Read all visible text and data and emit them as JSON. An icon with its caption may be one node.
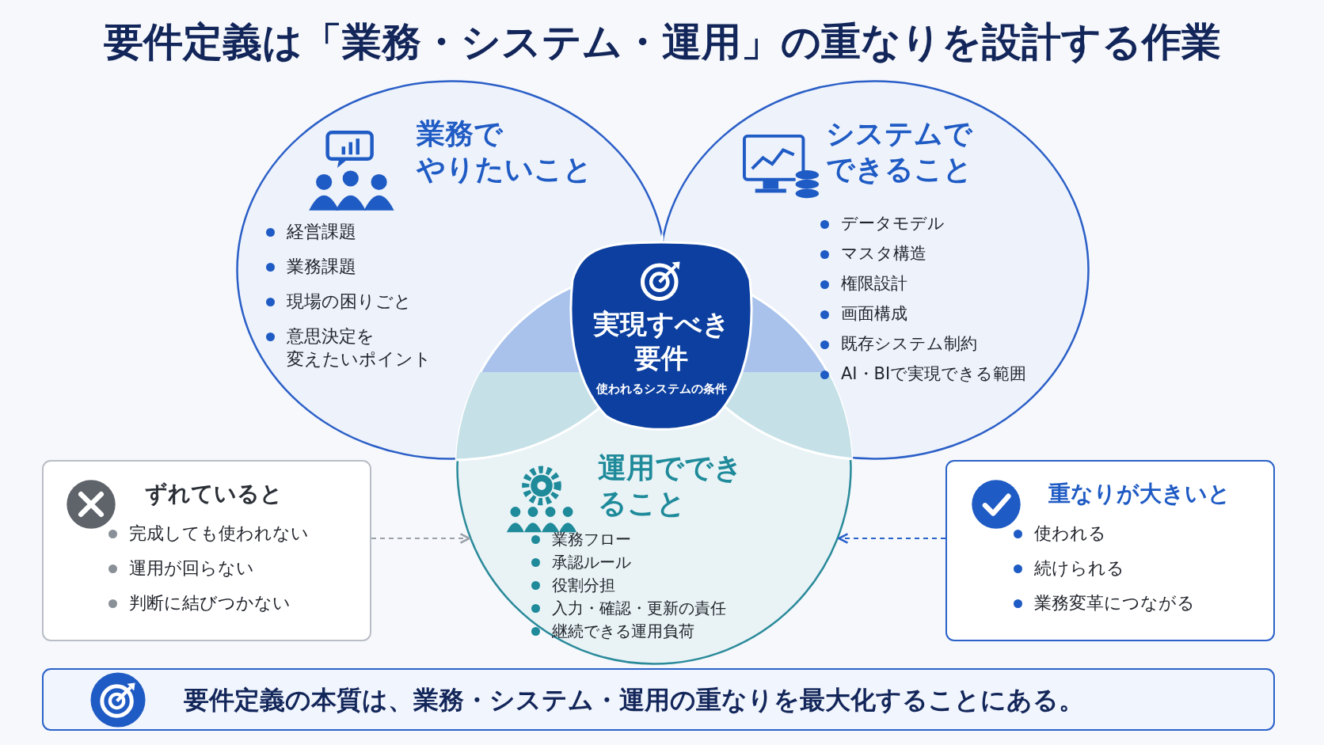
{
  "diagram": {
    "title": "要件定義は「業務・システム・運用」の重なりを設計する作業",
    "nodes": [
      {
        "text": [
          "業務でやりたいこと",
          "経営課題",
          "業務課題",
          "現場の困りごと",
          "意思決定を変えたいポイント"
        ]
      },
      {
        "text": [
          "システムでできること",
          "データモデル",
          "マスタ構造",
          "権限設計",
          "画面構成",
          "既存システム制約",
          "AI・BIで実現できる範囲"
        ]
      },
      {
        "text": [
          "運用でできること",
          "業務フロー",
          "承認ルール",
          "役割分担",
          "入力・確認・更新の責任",
          "継続できる運用負荷"
        ]
      },
      {
        "text": [
          "実現すべき要件",
          "使われるシステムの条件"
        ]
      },
      {
        "text": [
          "ずれていると",
          "完成しても使われない",
          "運用が回らない",
          "判断に結びつかない"
        ]
      },
      {
        "text": [
          "重なりが大きいと",
          "使われる",
          "続けられる",
          "業務変革につながる"
        ]
      },
      {
        "text": [
          "要件定義の本質は、業務・システム・運用の重なりを最大化することにある。"
        ]
      }
    ],
    "edges": [
      {
        "from": 4,
        "to": 2,
        "arrow": "to",
        "style": "dashed",
        "color": "#9aa1a9"
      },
      {
        "from": 5,
        "to": 2,
        "arrow": "to",
        "style": "dashed",
        "color": "#2a62c9"
      }
    ]
  }
}
